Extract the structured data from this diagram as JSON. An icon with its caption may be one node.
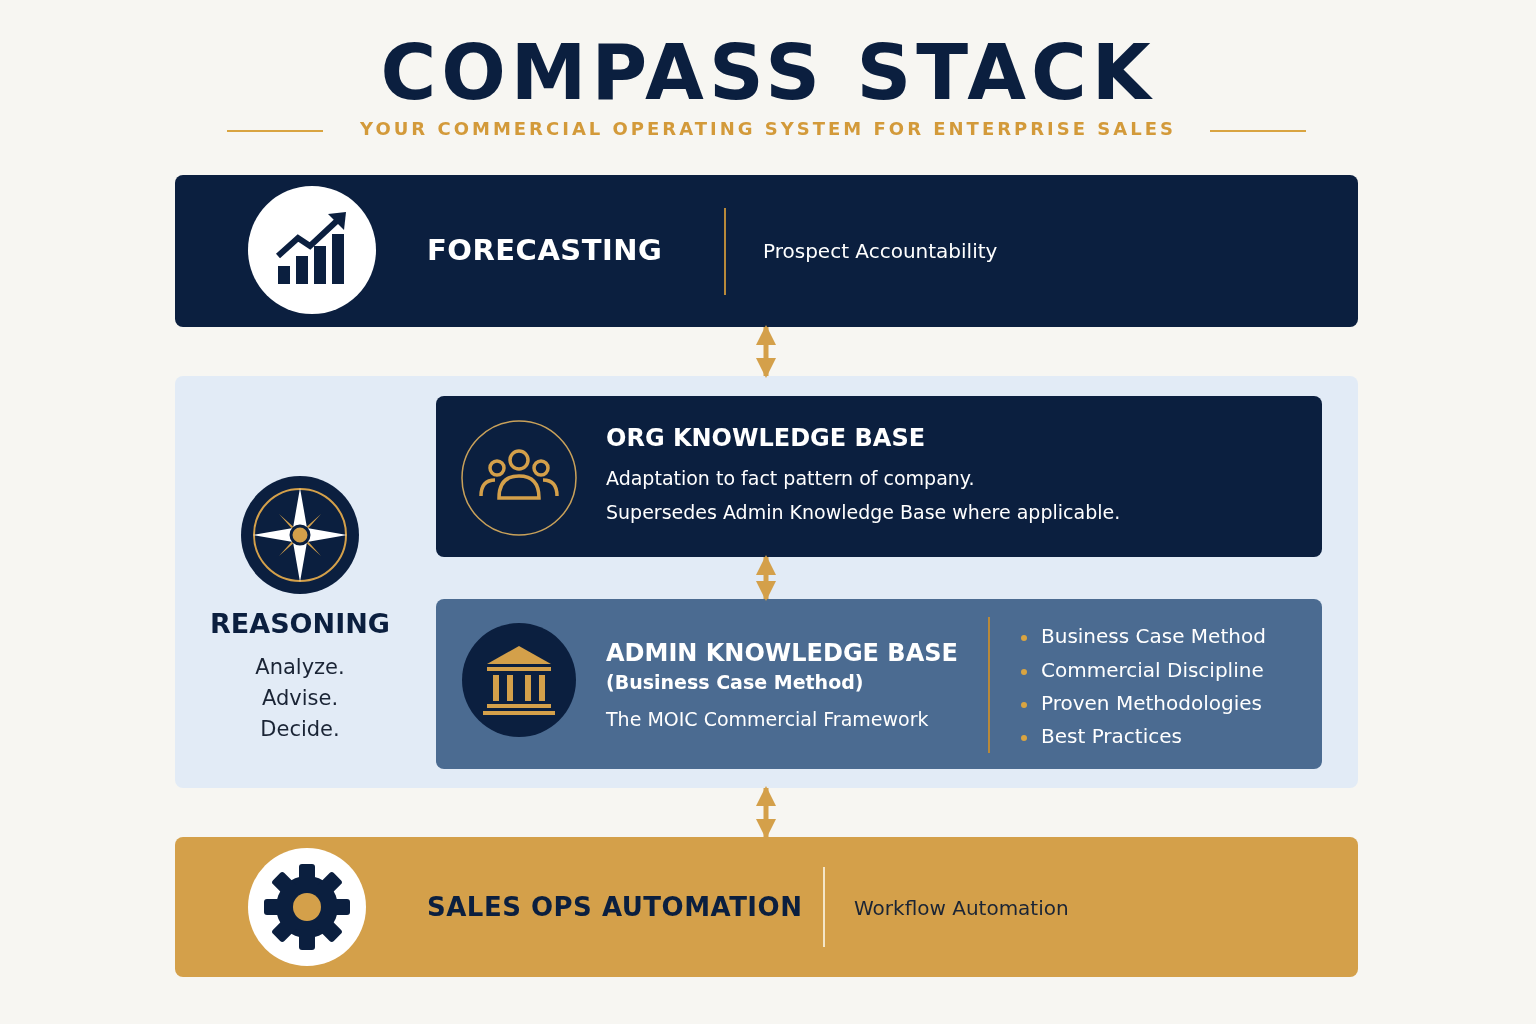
{
  "diagram": {
    "title": "COMPASS STACK",
    "nodes": [
      {
        "text": [
          "FORECASTING",
          "Prospect Accountability"
        ]
      },
      {
        "text": [
          "REASONING",
          "Analyze. Advise. Decide."
        ]
      },
      {
        "text": [
          "ORG KNOWLEDGE BASE",
          "Adaptation to fact pattern of company.",
          "Supersedes Admin Knowledge Base where applicable."
        ],
        "in": 1
      },
      {
        "text": [
          "ADMIN KNOWLEDGE BASE",
          "(Business Case Method)",
          "The MOIC Commercial Framework",
          "Business Case Method",
          "Commercial Discipline",
          "Proven Methodologies",
          "Best Practices"
        ],
        "in": 1
      },
      {
        "text": [
          "SALES OPS AUTOMATION",
          "Workflow Automation"
        ]
      }
    ],
    "edges": [
      {
        "from": 0,
        "to": 1,
        "arrow": "both"
      },
      {
        "from": 2,
        "to": 3,
        "arrow": "both"
      },
      {
        "from": 1,
        "to": 4,
        "arrow": "both"
      }
    ],
    "labels": [
      "YOUR COMMERCIAL OPERATING SYSTEM FOR ENTERPRISE SALES"
    ]
  }
}
